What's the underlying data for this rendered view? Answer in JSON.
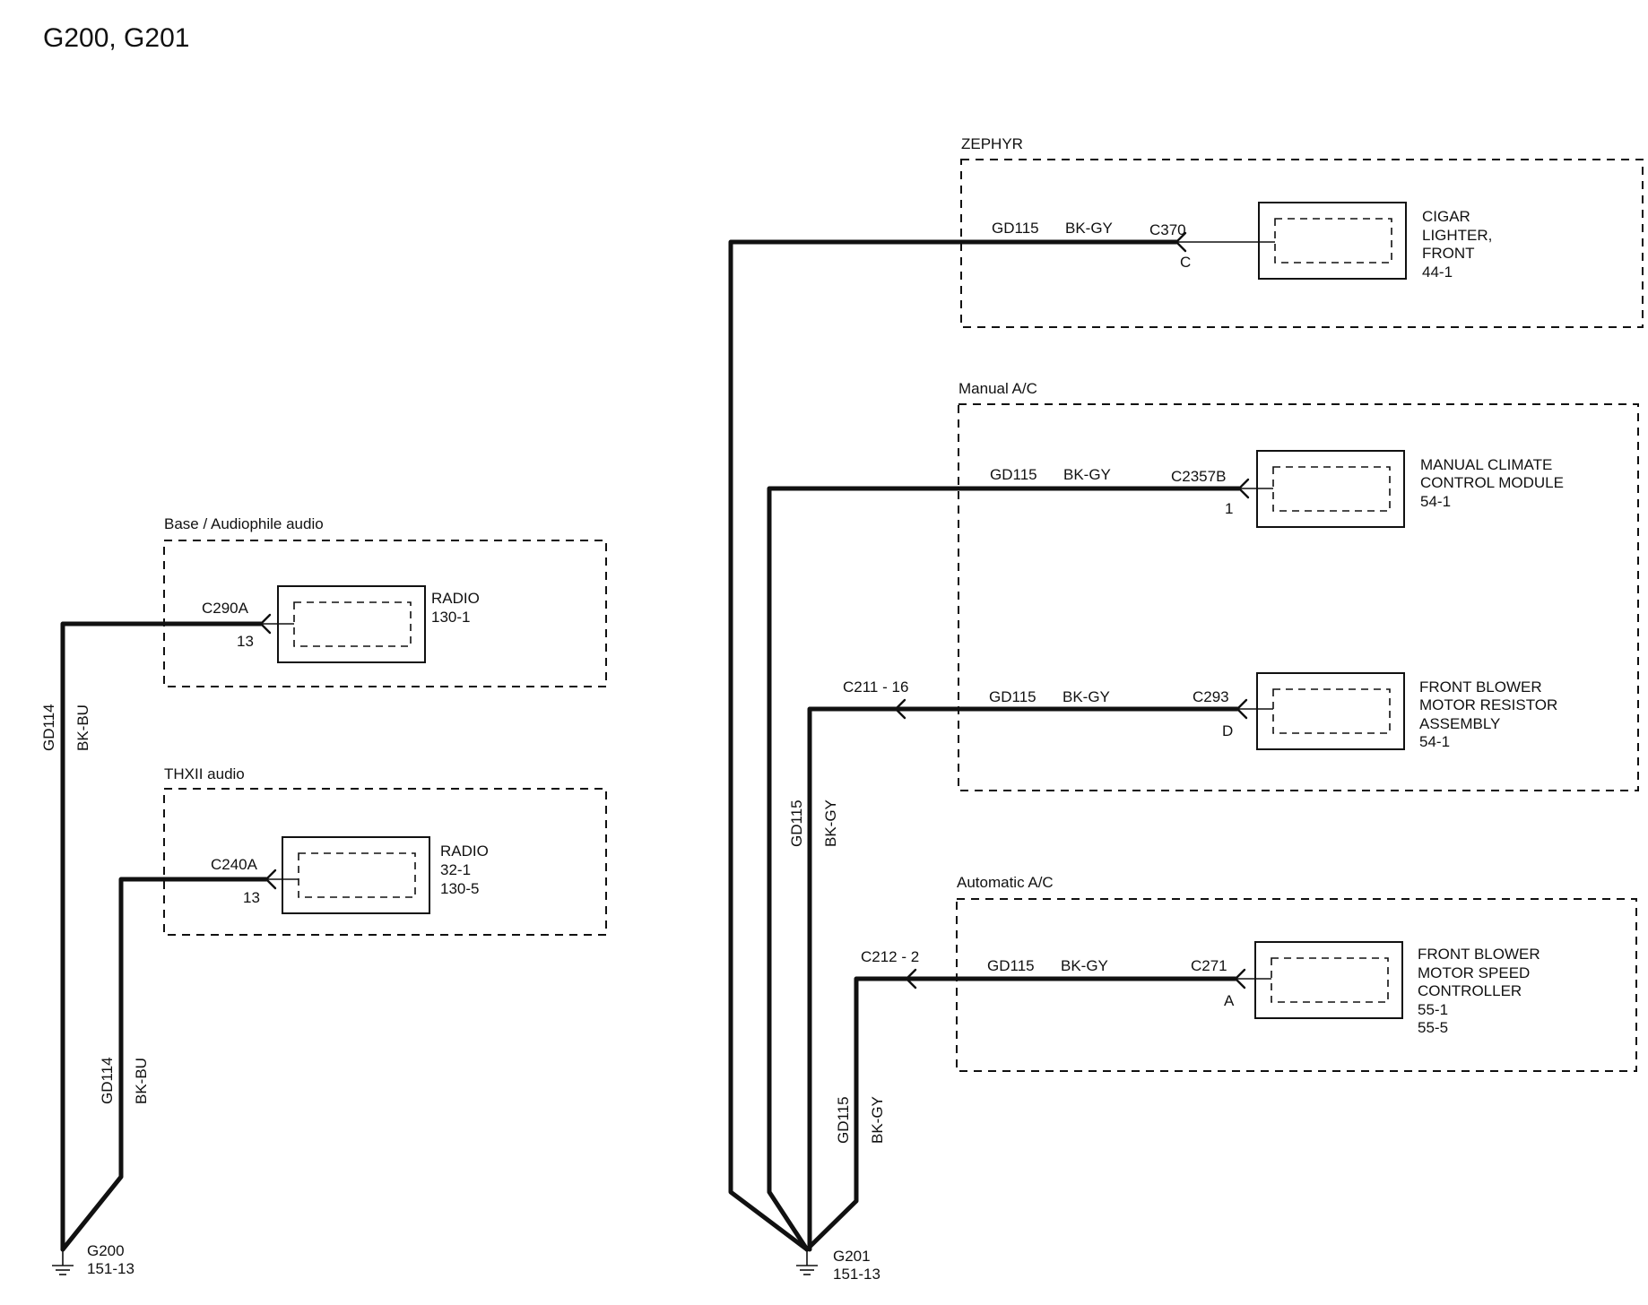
{
  "title": "G200, G201",
  "groups": {
    "base_audio": "Base / Audiophile audio",
    "thx_audio": "THXII audio",
    "zephyr": "ZEPHYR",
    "manual_ac": "Manual A/C",
    "automatic_ac": "Automatic A/C"
  },
  "components": {
    "radio_base": {
      "line1": "RADIO",
      "line2": "130-1"
    },
    "radio_thx": {
      "line1": "RADIO",
      "line2": "32-1",
      "line3": "130-5"
    },
    "cigar_lighter": {
      "line1": "CIGAR",
      "line2": "LIGHTER,",
      "line3": "FRONT",
      "line4": "44-1"
    },
    "climate_module": {
      "line1": "MANUAL CLIMATE",
      "line2": "CONTROL MODULE",
      "line3": "54-1"
    },
    "blower_resistor": {
      "line1": "FRONT BLOWER",
      "line2": "MOTOR RESISTOR",
      "line3": "ASSEMBLY",
      "line4": "54-1"
    },
    "blower_controller": {
      "line1": "FRONT BLOWER",
      "line2": "MOTOR SPEED",
      "line3": "CONTROLLER",
      "line4": "55-1",
      "line5": "55-5"
    }
  },
  "connectors": {
    "c290a": {
      "name": "C290A",
      "pin": "13"
    },
    "c240a": {
      "name": "C240A",
      "pin": "13"
    },
    "c370": {
      "name": "C370",
      "pin": "C"
    },
    "c2357b": {
      "name": "C2357B",
      "pin": "1"
    },
    "c293": {
      "name": "C293",
      "pin": "D"
    },
    "c271": {
      "name": "C271",
      "pin": "A"
    },
    "c211": "C211 - 16",
    "c212": "C212 - 2"
  },
  "wires": {
    "gd114": {
      "circuit": "GD114",
      "color": "BK-BU"
    },
    "gd115": {
      "circuit": "GD115",
      "color": "BK-GY"
    }
  },
  "grounds": {
    "g200": {
      "name": "G200",
      "ref": "151-13"
    },
    "g201": {
      "name": "G201",
      "ref": "151-13"
    }
  }
}
